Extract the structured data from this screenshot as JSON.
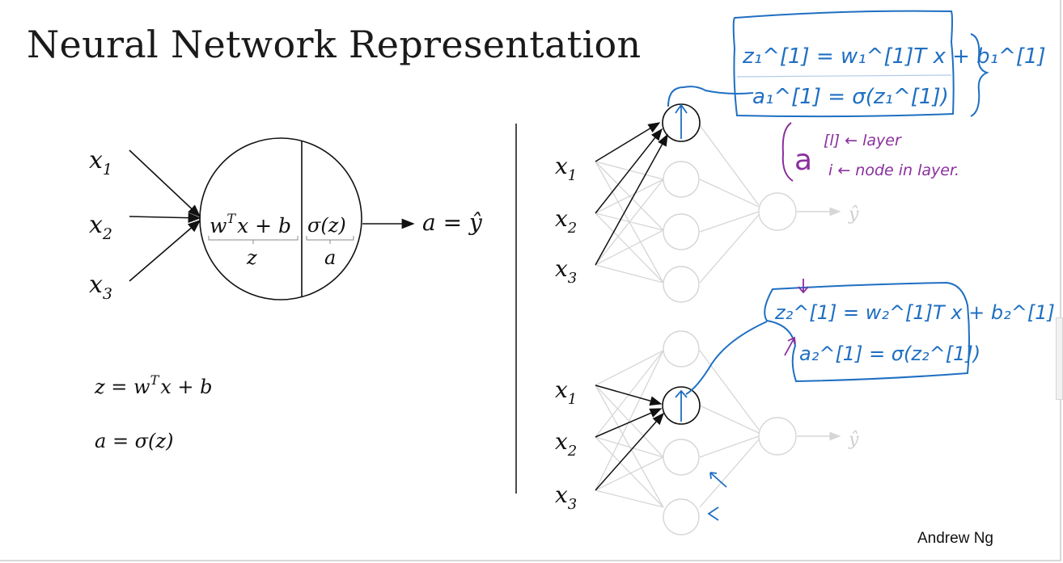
{
  "title": "Neural Network Representation",
  "credit": "Andrew Ng",
  "left": {
    "inputs": [
      "x",
      "x",
      "x"
    ],
    "subscripts": [
      "1",
      "2",
      "3"
    ],
    "neuron": {
      "linear_a": "w",
      "linear_sup": "T",
      "linear_b": "x + b",
      "activation": "σ(z)",
      "under_linear": "z",
      "under_activation": "a"
    },
    "output": "a = ŷ",
    "equations": [
      {
        "pre": "z = w",
        "sup": "T",
        "post": "x + b"
      },
      {
        "pre": "a = σ(z)",
        "sup": "",
        "post": ""
      }
    ]
  },
  "right": {
    "top_inputs": [
      "x",
      "x",
      "x"
    ],
    "bottom_inputs": [
      "x",
      "x",
      "x"
    ],
    "subscripts": [
      "1",
      "2",
      "3"
    ],
    "yhat": "ŷ"
  },
  "annotations": {
    "top_box": {
      "line1": "z₁^[1] = w₁^[1]T x + b₁^[1]",
      "line2": "a₁^[1] = σ(z₁^[1])"
    },
    "notation": {
      "letter": "a",
      "sup": "[l] ← layer",
      "sub": "i ← node in layer."
    },
    "bottom_box": {
      "line1": "z₂^[1] = w₂^[1]T x + b₂^[1]",
      "line2": "a₂^[1] = σ(z₂^[1])"
    },
    "colors": {
      "ink_blue": "#1f6fc2",
      "ink_purple": "#8a2f9e",
      "grey_net": "#d2d2d2"
    }
  }
}
